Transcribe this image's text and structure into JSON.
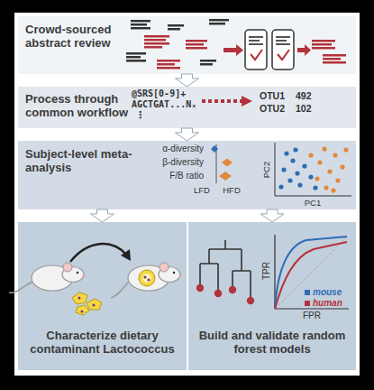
{
  "diagram": {
    "nodes": [
      {
        "text": [
          "Crowd-sourced abstract review"
        ]
      },
      {
        "text": [
          "Process through common workflow"
        ]
      },
      {
        "text": [
          "Subject-level meta-analysis"
        ]
      },
      {
        "text": [
          "Characterize dietary contaminant Lactococcus"
        ]
      },
      {
        "text": [
          "Build and validate random forest models"
        ]
      }
    ],
    "edges": [
      {
        "from": 0,
        "to": 1,
        "arrow": "to"
      },
      {
        "from": 1,
        "to": 2,
        "arrow": "to"
      },
      {
        "from": 2,
        "to": 3,
        "arrow": "to"
      },
      {
        "from": 2,
        "to": 4,
        "arrow": "to"
      }
    ],
    "labels": [
      "@SRS[0-9]+",
      "AGCTGAT...Nₓ",
      "⋮",
      "OTU1",
      "492",
      "OTU2",
      "102",
      "α-diversity",
      "β-diversity",
      "F/B ratio",
      "LFD",
      "HFD",
      "PC2",
      "PC1",
      "TPR",
      "FPR"
    ],
    "legend": [
      {
        "text": "mouse",
        "color": "#2f6db5"
      },
      {
        "text": "human",
        "color": "#b3323b"
      }
    ]
  }
}
